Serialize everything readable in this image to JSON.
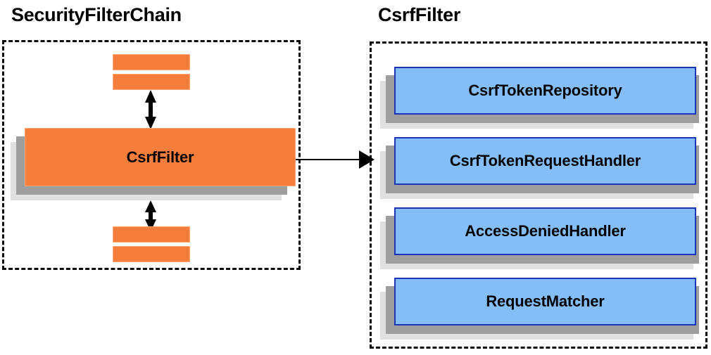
{
  "diagram": {
    "panels": [
      {
        "title": "SecurityFilterChain",
        "main_box_label": "CsrfFilter",
        "stripe_count_top": 2,
        "stripe_count_bottom": 2
      },
      {
        "title": "CsrfFilter",
        "collaborators": [
          {
            "label": "CsrfTokenRepository"
          },
          {
            "label": "CsrfTokenRequestHandler"
          },
          {
            "label": "AccessDeniedHandler"
          },
          {
            "label": "RequestMatcher"
          }
        ]
      }
    ],
    "colors": {
      "filter_orange": "#F57E3C",
      "filter_orange_border": "#FAA877",
      "collaborator_blue": "#85BEF7",
      "collaborator_blue_border": "#1B36B5",
      "shadow_dark": "#9E9E9E",
      "shadow_light": "#E0E0E0",
      "outline_dashed": "#0A0A0A",
      "text": "#000000",
      "background": "#FFFFFF"
    }
  }
}
